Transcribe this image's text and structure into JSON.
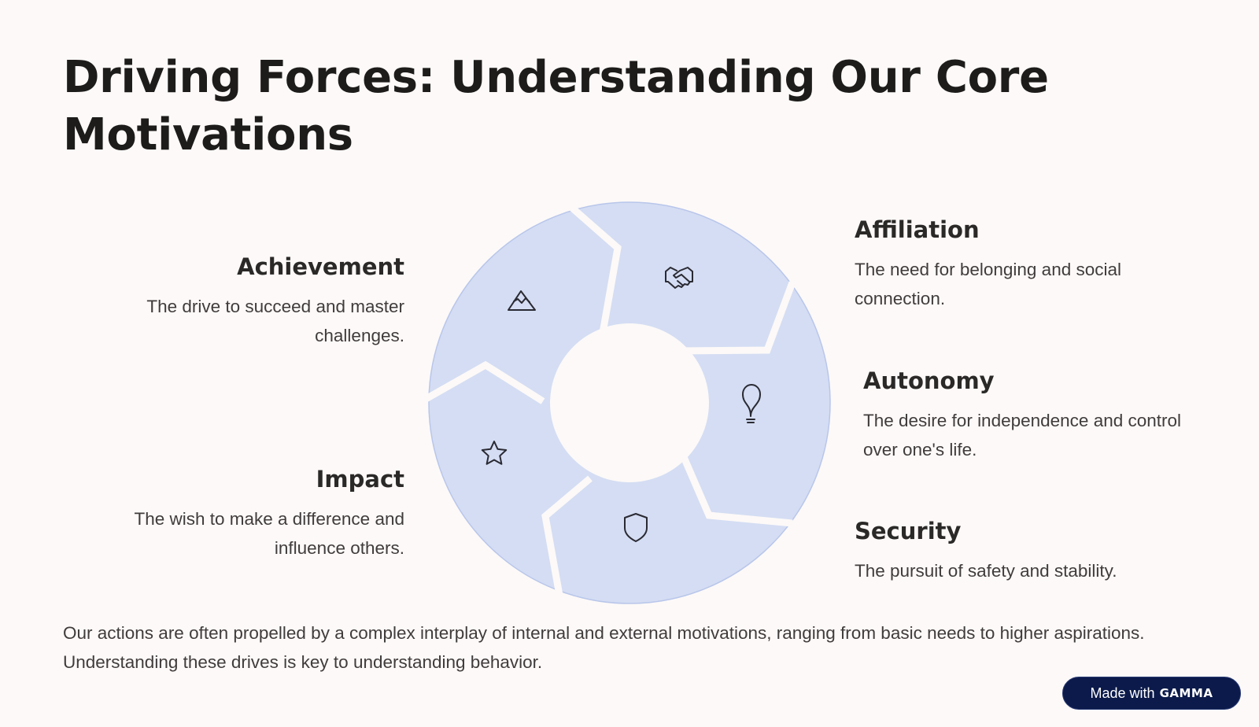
{
  "title": "Driving Forces: Understanding Our Core Motivations",
  "items": {
    "achievement": {
      "heading": "Achievement",
      "description": "The drive to succeed and master challenges.",
      "icon": "mountain-icon"
    },
    "affiliation": {
      "heading": "Affiliation",
      "description": "The need for belonging and social connection.",
      "icon": "handshake-icon"
    },
    "autonomy": {
      "heading": "Autonomy",
      "description": "The desire for independence and control over one's life.",
      "icon": "lightbulb-icon"
    },
    "security": {
      "heading": "Security",
      "description": "The pursuit of safety and stability.",
      "icon": "shield-icon"
    },
    "impact": {
      "heading": "Impact",
      "description": "The wish to make a difference and influence others.",
      "icon": "star-icon"
    }
  },
  "footer": {
    "text": "Our actions are often propelled by a complex interplay of internal and external motivations, ranging from basic needs to higher aspirations. Understanding these drives is key to understanding behavior."
  },
  "badge": {
    "prefix": "Made with",
    "brand": "GAMMA"
  },
  "colors": {
    "background": "#fcf9f8",
    "segment_fill": "#d4ddf3",
    "segment_stroke": "#b9c6ea",
    "badge_bg": "#0b1a4a",
    "text_dark": "#1e1b1b",
    "text_body": "#403c3c"
  }
}
